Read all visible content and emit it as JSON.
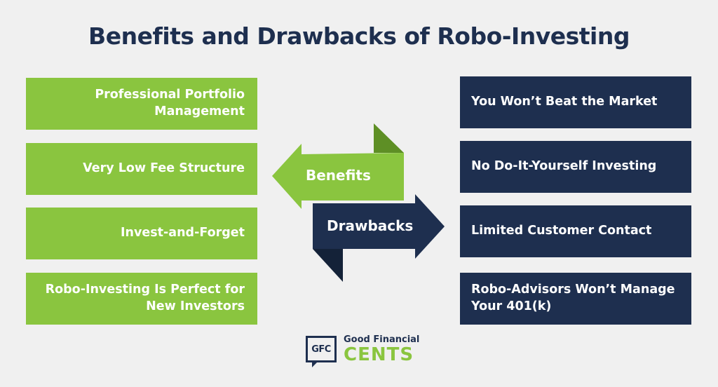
{
  "title": "Benefits and Drawbacks of Robo-Investing",
  "colors": {
    "benefit": "#8ac53f",
    "drawback": "#1e2f4f",
    "background": "#f0f0f0"
  },
  "benefits": [
    "Professional Portfolio Management",
    "Very Low Fee Structure",
    "Invest-and-Forget",
    "Robo-Investing Is Perfect for New Investors"
  ],
  "drawbacks": [
    "You Won’t Beat the Market",
    "No Do-It-Yourself Investing",
    "Limited Customer Contact",
    "Robo-Advisors Won’t Manage Your 401(k)"
  ],
  "arrows": {
    "benefits_label": "Benefits",
    "drawbacks_label": "Drawbacks"
  },
  "logo": {
    "badge": "GFC",
    "top": "Good Financial",
    "bottom": "CENTS"
  }
}
